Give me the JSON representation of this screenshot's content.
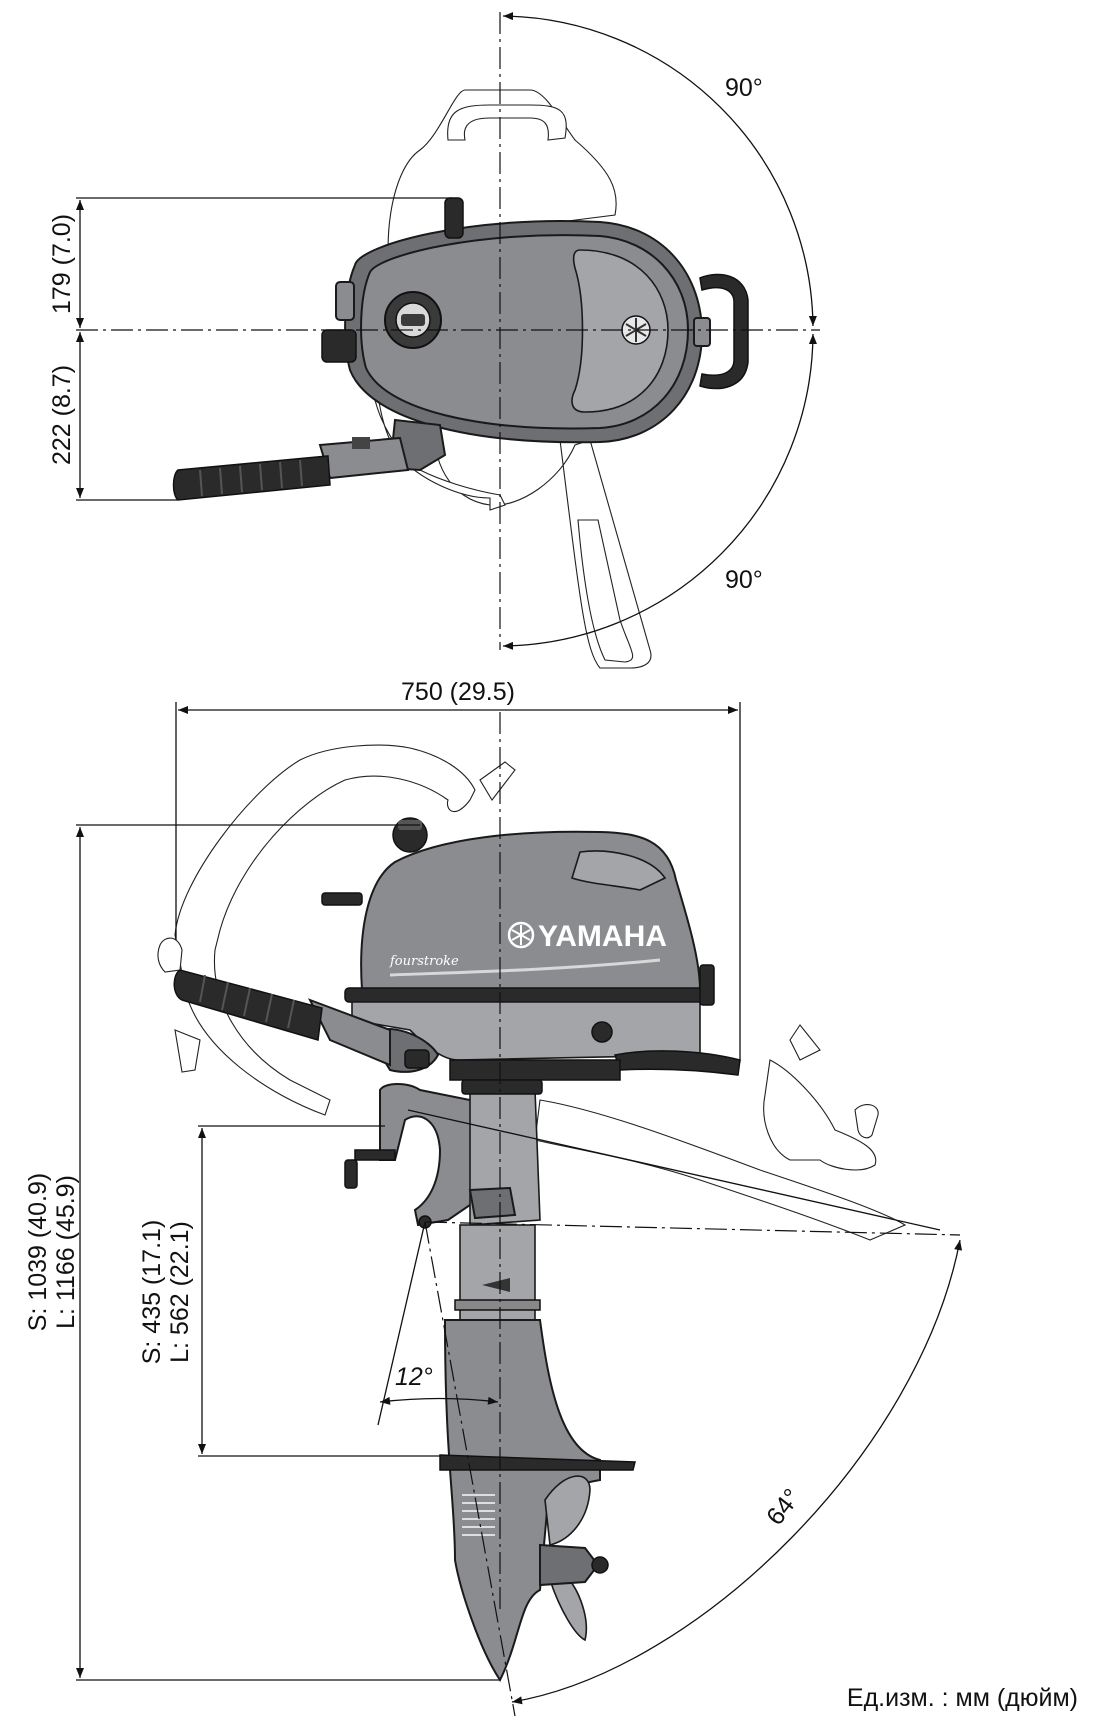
{
  "top_view": {
    "dim_front": "179 (7.0)",
    "dim_rear": "222 (8.7)",
    "angle_upper": "90°",
    "angle_lower": "90°"
  },
  "side_view": {
    "width": "750 (29.5)",
    "overall_height_s": "S: 1039 (40.9)",
    "overall_height_l": "L: 1166 (45.9)",
    "transom_s": "S: 435 (17.1)",
    "transom_l": "L: 562 (22.1)",
    "trim_angle": "12°",
    "tilt_angle": "64°"
  },
  "brand": {
    "name": "YAMAHA",
    "script": "fourstroke"
  },
  "units": "Ед.изм. : мм (дюйм)"
}
